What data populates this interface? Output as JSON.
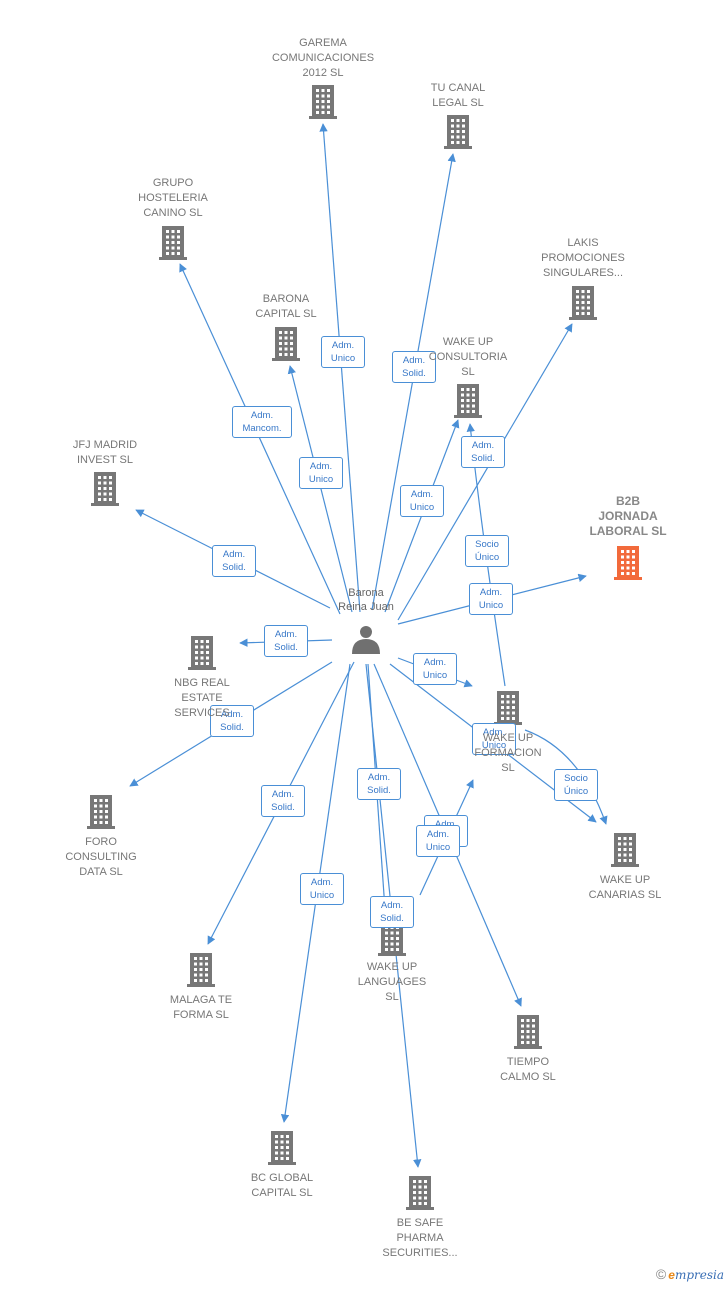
{
  "colors": {
    "edge": "#4a8fd6",
    "building": "#777777",
    "highlight": "#f26a3b",
    "person": "#707070"
  },
  "center": {
    "name": "Barona\nReina Juan",
    "icon": "person-icon"
  },
  "companies": [
    {
      "id": "garema",
      "name": "GAREMA\nCOMUNICACIONES\n2012 SL"
    },
    {
      "id": "tucanal",
      "name": "TU CANAL\nLEGAL SL"
    },
    {
      "id": "grupo",
      "name": "GRUPO\nHOSTELERIA\nCANINO SL"
    },
    {
      "id": "lakis",
      "name": "LAKIS\nPROMOCIONES\nSINGULARES..."
    },
    {
      "id": "baronacap",
      "name": "BARONA\nCAPITAL SL"
    },
    {
      "id": "wakecons",
      "name": "WAKE UP\nCONSULTORIA\nSL"
    },
    {
      "id": "jfj",
      "name": "JFJ MADRID\nINVEST SL"
    },
    {
      "id": "b2b",
      "name": "B2B\nJORNADA\nLABORAL SL",
      "highlight": true
    },
    {
      "id": "nbg",
      "name": "NBG REAL\nESTATE\nSERVICES"
    },
    {
      "id": "wakeform",
      "name": "WAKE UP\nFORMACION\nSL"
    },
    {
      "id": "foro",
      "name": "FORO\nCONSULTING\nDATA SL"
    },
    {
      "id": "wakecan",
      "name": "WAKE UP\nCANARIAS SL"
    },
    {
      "id": "wakelang",
      "name": "WAKE UP\nLANGUAGES\nSL"
    },
    {
      "id": "malaga",
      "name": "MALAGA TE\nFORMA SL"
    },
    {
      "id": "tiempo",
      "name": "TIEMPO\nCALMO SL"
    },
    {
      "id": "bcglobal",
      "name": "BC GLOBAL\nCAPITAL SL"
    },
    {
      "id": "besafe",
      "name": "BE SAFE\nPHARMA\nSECURITIES..."
    }
  ],
  "relations": [
    {
      "to": "garema",
      "label": "Adm.\nUnico"
    },
    {
      "to": "tucanal",
      "label": "Adm.\nSolid."
    },
    {
      "to": "grupo",
      "label": "Adm.\nMancom."
    },
    {
      "to": "lakis",
      "label": "Adm.\nSolid."
    },
    {
      "to": "baronacap",
      "label": "Adm.\nUnico"
    },
    {
      "to": "wakecons",
      "label": "Adm.\nUnico"
    },
    {
      "to": "jfj",
      "label": "Adm.\nSolid."
    },
    {
      "to": "b2b",
      "label": "Adm.\nUnico"
    },
    {
      "to": "nbg",
      "label": "Adm.\nSolid."
    },
    {
      "to": "wakeform",
      "label": "Adm.\nUnico"
    },
    {
      "to": "foro",
      "label": "Adm.\nSolid."
    },
    {
      "to": "wakecan",
      "label": "Adm.\nUnico"
    },
    {
      "to": "malaga",
      "label": "Adm.\nSolid."
    },
    {
      "to": "wakelang",
      "label": "Adm.\nSolid."
    },
    {
      "to": "tiempo",
      "label": "Adm.\nSolid."
    },
    {
      "to": "bcglobal",
      "label": "Adm.\nUnico"
    },
    {
      "to": "besafe",
      "label": "Adm.\nSolid."
    },
    {
      "from": "wakeform",
      "to": "wakecons",
      "label": "Socio\nÚnico"
    },
    {
      "from": "wakeform",
      "to": "wakecan",
      "label": "Socio\nÚnico"
    },
    {
      "from": "wakelang",
      "to": "wakeform",
      "label": "Adm.\nUnico"
    }
  ],
  "brand": {
    "symbol": "©",
    "initial": "e",
    "rest": "mpresia"
  }
}
